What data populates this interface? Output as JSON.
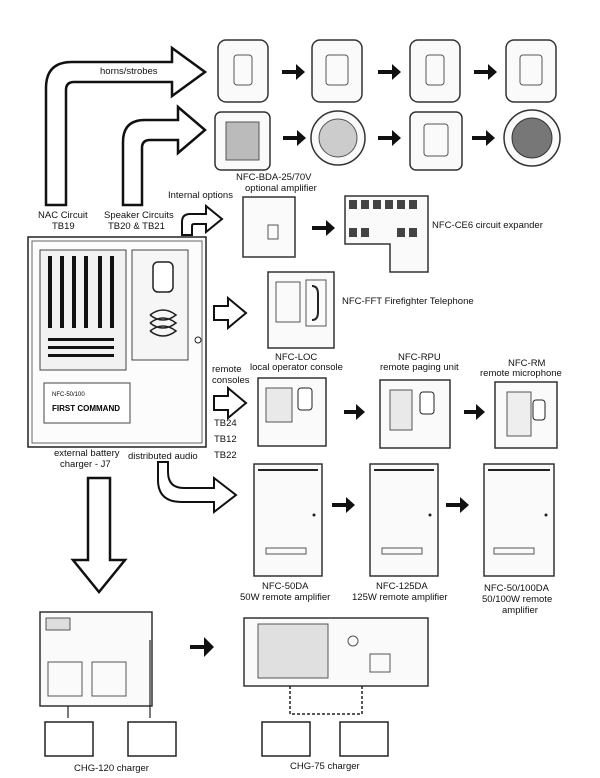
{
  "labels": {
    "horns_strobes": "horns/strobes",
    "nac_circuit": "NAC Circuit",
    "nac_tb": "TB19",
    "speaker_circuits": "Speaker Circuits",
    "speaker_tb": "TB20 & TB21",
    "internal_options": "Internal options",
    "bda_name": "NFC-BDA-25/70V",
    "bda_desc": "optional amplifier",
    "ce6": "NFC-CE6 circuit expander",
    "fft": "NFC-FFT Firefighter Telephone",
    "loc_name": "NFC-LOC",
    "loc_desc": "local operator console",
    "remote_consoles_1": "remote",
    "remote_consoles_2": "consoles",
    "tb24": "TB24",
    "tb12": "TB12",
    "tb22": "TB22",
    "rpu_name": "NFC-RPU",
    "rpu_desc": "remote paging unit",
    "rm_name": "NFC-RM",
    "rm_desc": "remote microphone",
    "ext_batt_1": "external battery",
    "ext_batt_2": "charger - J7",
    "dist_audio": "distributed audio",
    "da50_name": "NFC-50DA",
    "da50_desc": "50W remote amplifier",
    "da125_name": "NFC-125DA",
    "da125_desc": "125W remote amplifier",
    "da100_name": "NFC-50/100DA",
    "da100_desc1": "50/100W remote",
    "da100_desc2": "amplifier",
    "chg120": "CHG-120 charger",
    "chg75": "CHG-75 charger",
    "panel_model": "NFC-50/100",
    "panel_brand": "FIRST COMMAND"
  }
}
